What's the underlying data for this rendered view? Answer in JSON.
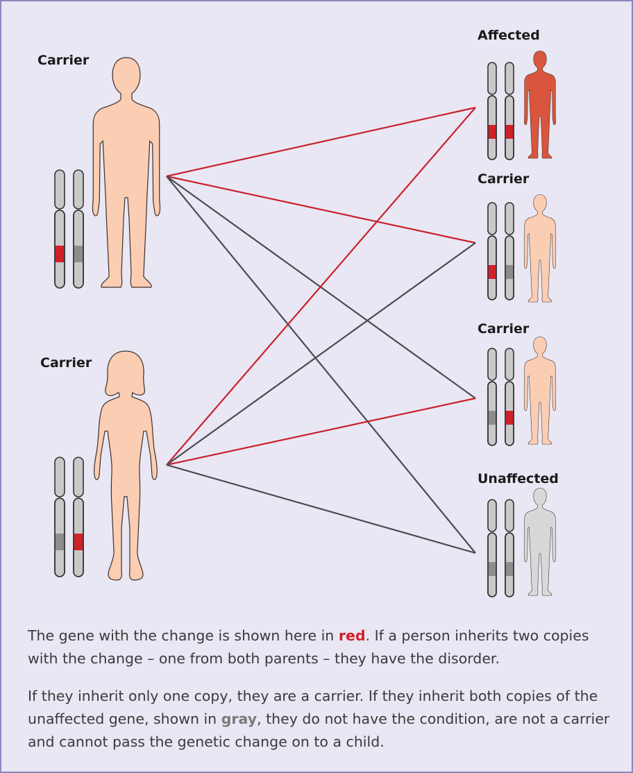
{
  "parents": [
    {
      "label": "Carrier",
      "sex": "male",
      "chromosomes": [
        "changed",
        "unchanged"
      ]
    },
    {
      "label": "Carrier",
      "sex": "female",
      "chromosomes": [
        "unchanged",
        "changed"
      ]
    }
  ],
  "children": [
    {
      "label": "Affected",
      "chromosomes": [
        "changed",
        "changed"
      ]
    },
    {
      "label": "Carrier",
      "chromosomes": [
        "changed",
        "unchanged"
      ]
    },
    {
      "label": "Carrier",
      "chromosomes": [
        "unchanged",
        "changed"
      ]
    },
    {
      "label": "Unaffected",
      "chromosomes": [
        "unchanged",
        "unchanged"
      ]
    }
  ],
  "colors": {
    "background": "#e9e7f3",
    "border": "#8a86bd",
    "changed_gene": "#d0202a",
    "unchanged_gene": "#8d8d8d",
    "chromosome": "#c9c9c9",
    "carrier_skin": "#fbcdb3",
    "affected_skin": "#d9553d",
    "unaffected_skin": "#d8d8d8",
    "changed_line": "#c8202c",
    "unchanged_line": "#4a4a52"
  },
  "caption": {
    "p1_before": "The gene with the change is shown here in ",
    "p1_red": "red",
    "p1_after": ". If a person inherits two copies with the change – one from both parents – they have the disorder.",
    "p2_before": "If they inherit only one copy, they are a carrier. If they inherit both copies of the unaffected gene, shown in ",
    "p2_gray": "gray",
    "p2_after": ", they do not have the condition, are not a carrier and cannot pass the genetic change on to a child."
  }
}
